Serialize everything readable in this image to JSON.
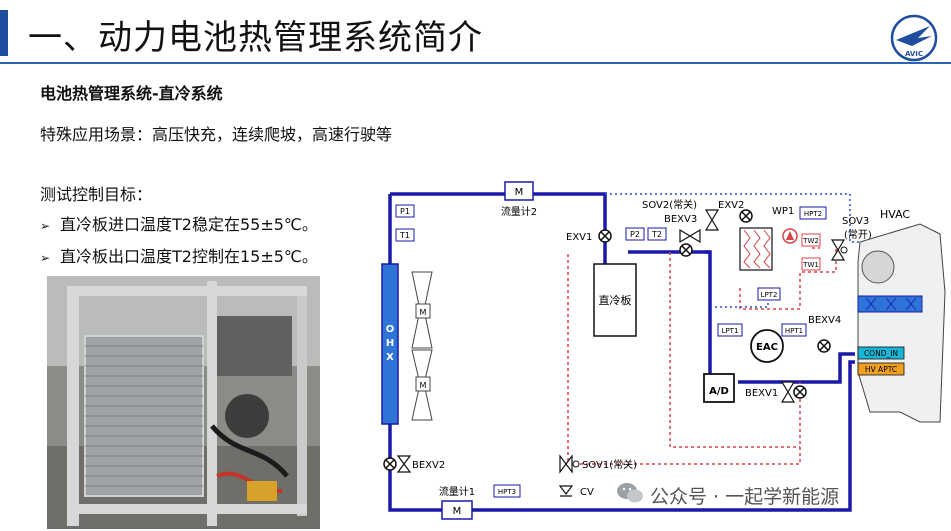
{
  "header": {
    "title": "一、动力电池热管理系统简介",
    "logo_text": "AVIC"
  },
  "content": {
    "subtitle": "电池热管理系统-直冷系统",
    "scenario": "特殊应用场景：高压快充，连续爬坡，高速行驶等",
    "goal_heading": "测试控制目标：",
    "goal_items": [
      "直冷板进口温度T2稳定在55±5℃。",
      "直冷板出口温度T2控制在15±5℃。"
    ]
  },
  "diagram": {
    "labels": {
      "flow_meter_2": "流量计2",
      "flow_meter_1": "流量计1",
      "motor": "M",
      "p1": "P1",
      "t1": "T1",
      "p2": "P2",
      "t2": "T2",
      "ohx": [
        "O",
        "H",
        "X"
      ],
      "exv1": "EXV1",
      "exv2": "EXV2",
      "sov2": "SOV2(常关)",
      "bexv3": "BEXV3",
      "wp1": "WP1",
      "hpt2": "HPT2",
      "sov3": "SOV3",
      "sov3_state": "(常开)",
      "hvac": "HVAC",
      "tw2": "TW2",
      "tw1": "TW1",
      "lpt2": "LPT2",
      "lpt1": "LPT1",
      "hpt1": "HPT1",
      "bexv4": "BEXV4",
      "eac": "EAC",
      "ad": "A/D",
      "bexv1": "BEXV1",
      "bexv2": "BEXV2",
      "sov1": "SOV1(常关)",
      "cv": "CV",
      "hpt3": "HPT3",
      "cold_plate": "直冷板",
      "cond_in": "COND_IN",
      "hv_aptc": "HV APTC"
    }
  },
  "watermark": {
    "text": "公众号 · 一起学新能源"
  },
  "colors": {
    "accent": "#1f4e9e",
    "pipe": "#1a1aa8",
    "dash_red": "#d8434a",
    "dash_blue": "#2a4fd0",
    "cond_in": "#19b6d8",
    "hv_aptc": "#f0a020"
  }
}
